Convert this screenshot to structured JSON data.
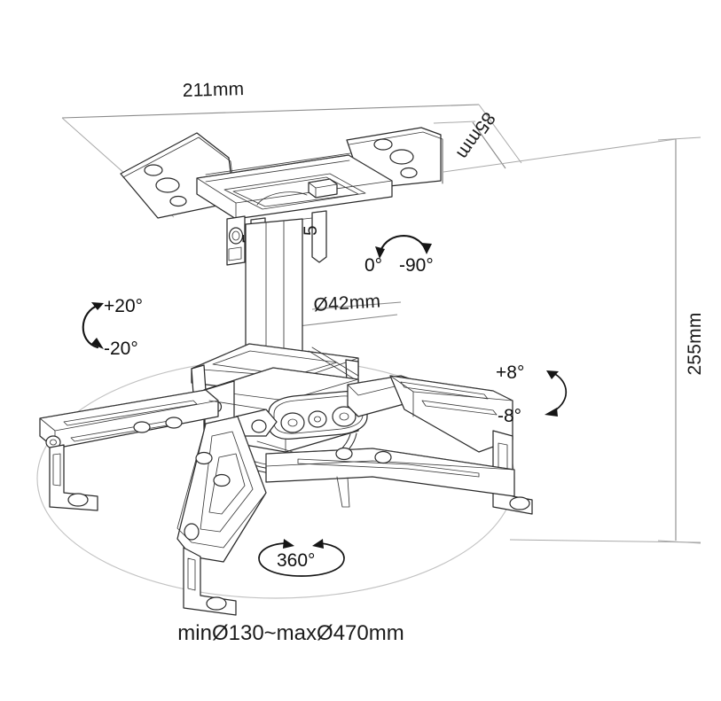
{
  "drawing": {
    "title": "Projector Ceiling Mount Dimensional Drawing",
    "background_color": "#ffffff",
    "line_color": "#2a2a2a",
    "dimension_line_color": "#8a8a8a",
    "envelope_color": "#c2c2c2",
    "annotation_color": "#151515"
  },
  "dimensions": {
    "plate_width": "211mm",
    "plate_depth": "85mm",
    "column_diameter": "Ø42mm",
    "total_drop_height": "255mm"
  },
  "angles": {
    "swivel_top": "0°",
    "swivel_top_end": "-90°",
    "tilt_plus": "+20°",
    "tilt_minus": "-20°",
    "roll_plus": "+8°",
    "roll_minus": "-8°",
    "rotation": "360°"
  },
  "caption": {
    "mounting_range": "minØ130~maxØ470mm"
  },
  "labels": {
    "dim_211": "211mm",
    "dim_85": "85mm",
    "dim_42": "Ø42mm",
    "dim_255": "255mm"
  }
}
